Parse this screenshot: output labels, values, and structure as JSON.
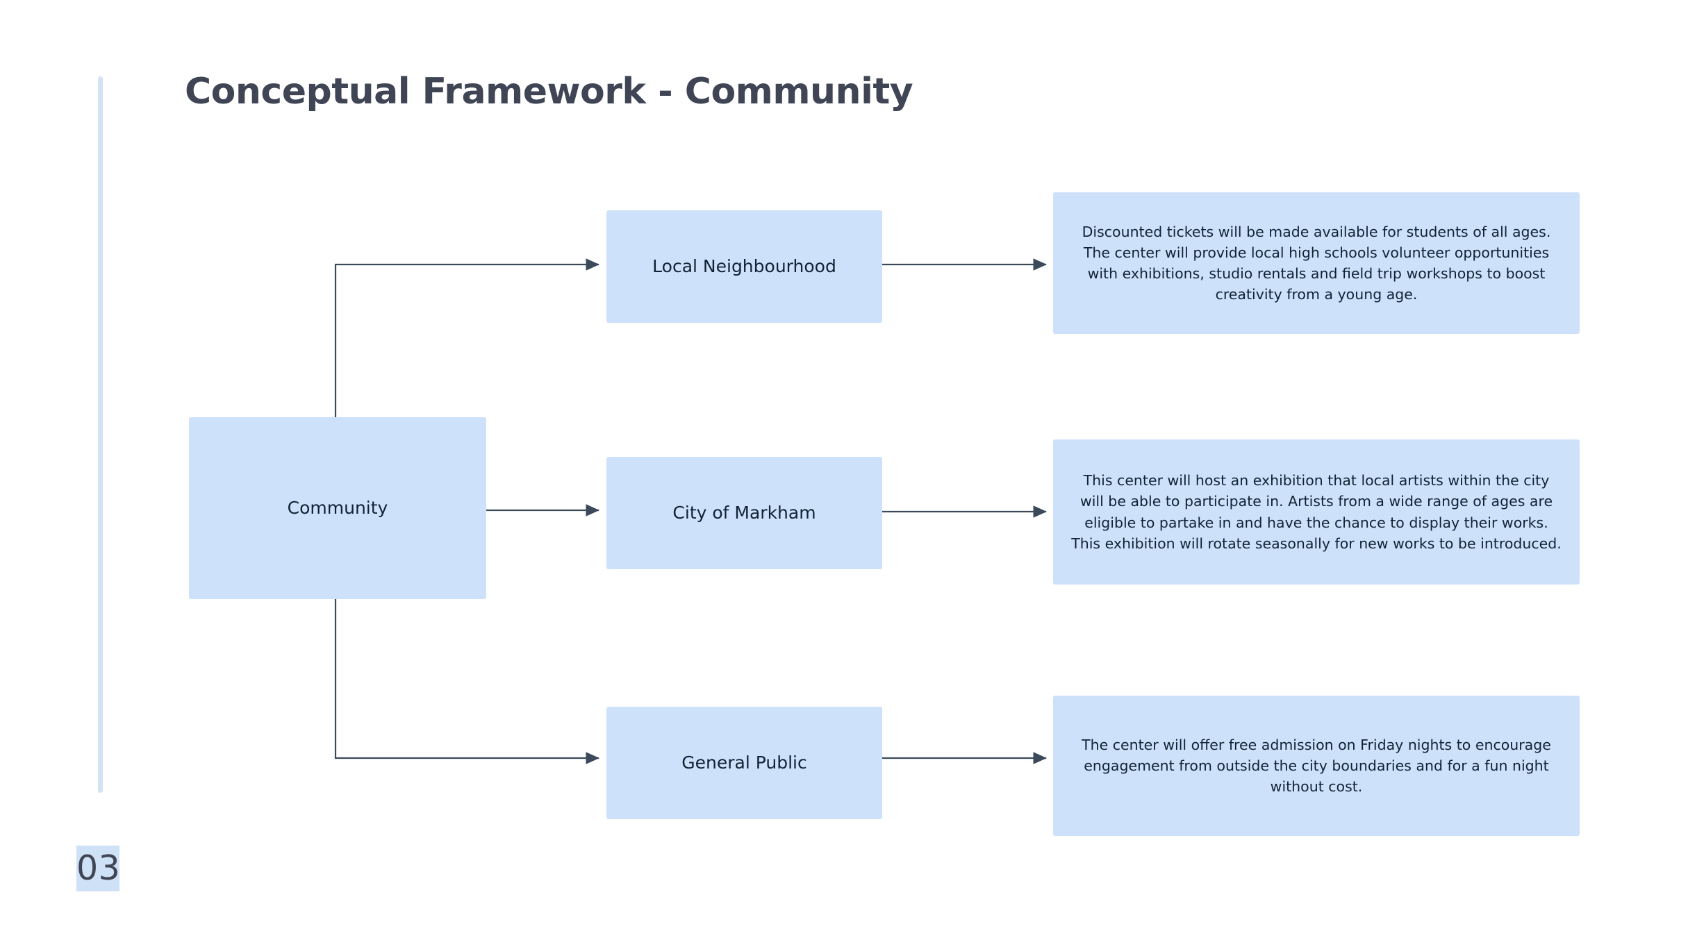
{
  "slide": {
    "title": "Conceptual Framework - Community",
    "page_number": "03",
    "background_color": "#ffffff",
    "accent_bar_color": "#d3e3f7",
    "node_fill_color": "#cde1fb",
    "title_color": "#3f4554",
    "connector_color": "#3b4a5a",
    "text_color": "#102334"
  },
  "diagram": {
    "type": "flow-tree",
    "root": {
      "id": "community",
      "label": "Community"
    },
    "branches": [
      {
        "id": "local-neighbourhood",
        "label": "Local Neighbourhood",
        "description": "Discounted tickets will be made available for students of all ages. The center will provide local high schools volunteer opportunities with exhibitions, studio rentals and field trip workshops to boost creativity from a young age."
      },
      {
        "id": "city-of-markham",
        "label": "City of Markham",
        "description": "This center will host an exhibition that local artists within the city will be able to participate in. Artists from a wide range of ages are eligible to partake in and have the chance to display their works. This exhibition will rotate seasonally for new works to be introduced."
      },
      {
        "id": "general-public",
        "label": "General Public",
        "description": "The center will offer free admission on Friday nights to encourage engagement from outside the city boundaries and for a fun night without cost."
      }
    ]
  }
}
